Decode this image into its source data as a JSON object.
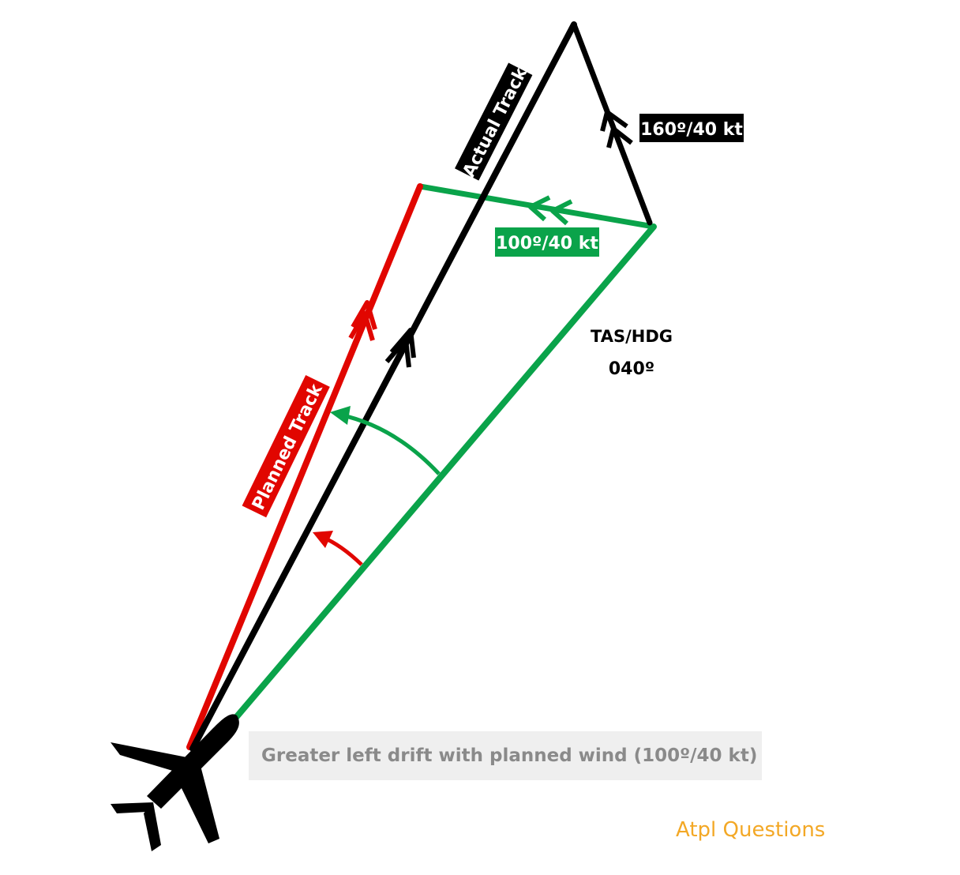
{
  "labels": {
    "actual_track": "Actual Track",
    "planned_track": "Planned Track",
    "actual_wind": "160º/40 kt",
    "planned_wind": "100º/40 kt",
    "tas_hdg": "TAS/HDG",
    "heading_value": "040º"
  },
  "caption": "Greater left drift with planned wind (100º/40 kt)",
  "brand": "Atpl Questions",
  "colors": {
    "planned": "#e10600",
    "actual": "#000000",
    "heading": "#0aa34a",
    "caption_bg": "#efefef",
    "caption_text": "#8a8a8a",
    "brand": "#f3a826"
  },
  "icons": {
    "aircraft": "airplane-silhouette-icon"
  }
}
